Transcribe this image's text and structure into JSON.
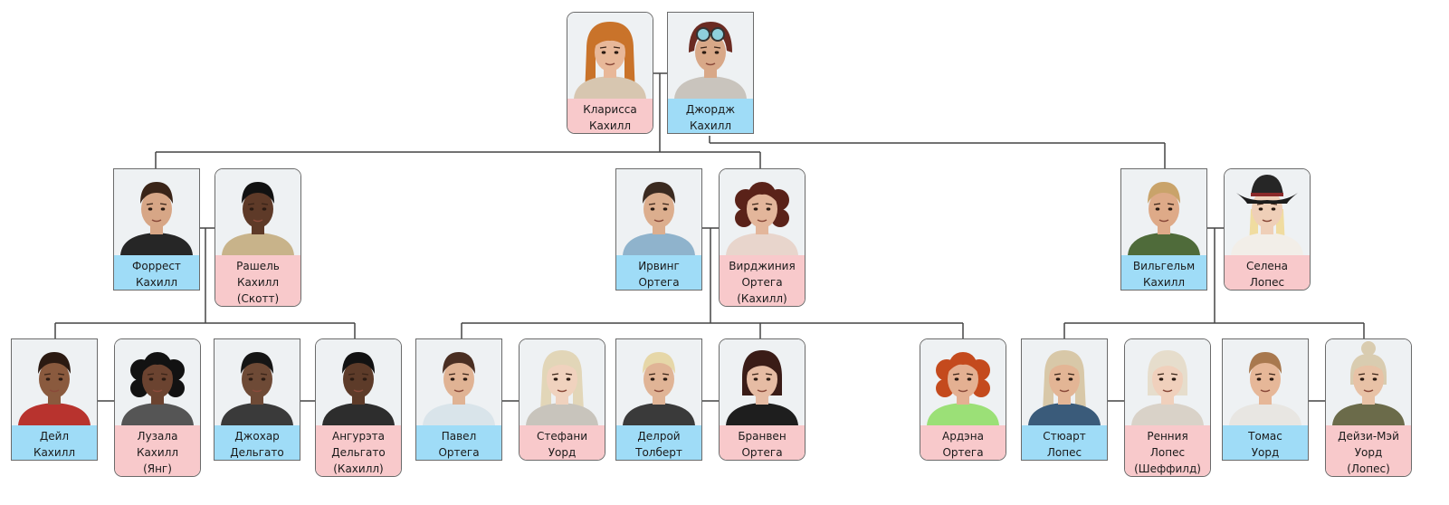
{
  "colors": {
    "male_label": "#9fdcf7",
    "female_label": "#f8c9cb",
    "line": "#444444",
    "border": "#6b6b6b"
  },
  "people": {
    "klarissa": {
      "line1": "Кларисса",
      "line2": "Кахилл",
      "line3": "",
      "sex": "female",
      "skin": "#e8b899",
      "hair": "#c9732a",
      "style": "bangs",
      "shirt": "#d7c6b0"
    },
    "george": {
      "line1": "Джордж",
      "line2": "Кахилл",
      "line3": "",
      "sex": "male",
      "skin": "#d8a888",
      "hair": "#6b2b22",
      "style": "helmet",
      "shirt": "#c9c4bd"
    },
    "forrest": {
      "line1": "Форрест",
      "line2": "Кахилл",
      "line3": "",
      "sex": "male",
      "skin": "#d7a686",
      "hair": "#3a2418",
      "style": "short",
      "shirt": "#262626"
    },
    "rashel": {
      "line1": "Рашель",
      "line2": "Кахилл",
      "line3": "(Скотт)",
      "sex": "female",
      "skin": "#5e3a28",
      "hair": "#111111",
      "style": "short",
      "shirt": "#c8b38a"
    },
    "irving": {
      "line1": "Ирвинг",
      "line2": "Ортега",
      "line3": "",
      "sex": "male",
      "skin": "#dcae8e",
      "hair": "#3b2a20",
      "style": "short",
      "shirt": "#8fb3cc"
    },
    "virginia": {
      "line1": "Вирджиния",
      "line2": "Ортега",
      "line3": "(Кахилл)",
      "sex": "female",
      "skin": "#e3b69b",
      "hair": "#5a2219",
      "style": "curly",
      "shirt": "#e8d5cc"
    },
    "wilhelm": {
      "line1": "Вильгельм",
      "line2": "Кахилл",
      "line3": "",
      "sex": "male",
      "skin": "#deaa88",
      "hair": "#c9a36a",
      "style": "short",
      "shirt": "#4f6b3a"
    },
    "selena": {
      "line1": "Селена",
      "line2": "Лопес",
      "line3": "",
      "sex": "female",
      "skin": "#efcfb8",
      "hair": "#f0dca0",
      "style": "hat",
      "shirt": "#f2eee8"
    },
    "dale": {
      "line1": "Дейл",
      "line2": "Кахилл",
      "line3": "",
      "sex": "male",
      "skin": "#8a5a3e",
      "hair": "#2b1a12",
      "style": "short",
      "shirt": "#b8332e"
    },
    "luzala": {
      "line1": "Лузала",
      "line2": "Кахилл",
      "line3": "(Янг)",
      "sex": "female",
      "skin": "#6b4330",
      "hair": "#121212",
      "style": "curly",
      "shirt": "#555555"
    },
    "johar": {
      "line1": "Джохар",
      "line2": "Дельгато",
      "line3": "",
      "sex": "male",
      "skin": "#6e4a36",
      "hair": "#151515",
      "style": "short",
      "shirt": "#3a3a3a"
    },
    "angureta": {
      "line1": "Ангурэта",
      "line2": "Дельгато",
      "line3": "(Кахилл)",
      "sex": "female",
      "skin": "#5d3b29",
      "hair": "#121212",
      "style": "short",
      "shirt": "#2d2d2d"
    },
    "pavel": {
      "line1": "Павел",
      "line2": "Ортега",
      "line3": "",
      "sex": "male",
      "skin": "#e0b394",
      "hair": "#4a2e22",
      "style": "short",
      "shirt": "#d9e4ea"
    },
    "stefani": {
      "line1": "Стефани",
      "line2": "Уорд",
      "line3": "",
      "sex": "female",
      "skin": "#f0d2be",
      "hair": "#e2d6b8",
      "style": "long",
      "shirt": "#c8c4bc"
    },
    "delroy": {
      "line1": "Делрой",
      "line2": "Толберт",
      "line3": "",
      "sex": "male",
      "skin": "#e0b496",
      "hair": "#e6d7a8",
      "style": "short",
      "shirt": "#3a3a3a"
    },
    "branven": {
      "line1": "Бранвен",
      "line2": "Ортега",
      "line3": "",
      "sex": "female",
      "skin": "#e6bca4",
      "hair": "#3a1c17",
      "style": "bob",
      "shirt": "#1e1e1e"
    },
    "ardena": {
      "line1": "Ардэна",
      "line2": "Ортега",
      "line3": "",
      "sex": "female",
      "skin": "#e4b092",
      "hair": "#c44a1d",
      "style": "curly",
      "shirt": "#9be077"
    },
    "stuart": {
      "line1": "Стюарт",
      "line2": "Лопес",
      "line3": "",
      "sex": "male",
      "skin": "#e3b595",
      "hair": "#d8c8a8",
      "style": "long",
      "shirt": "#3a5b7a"
    },
    "renniya": {
      "line1": "Ренния",
      "line2": "Лопес",
      "line3": "(Шеффилд)",
      "sex": "female",
      "skin": "#f0d0bc",
      "hair": "#e6ddcc",
      "style": "bob",
      "shirt": "#d9d2c8"
    },
    "tomas": {
      "line1": "Томас",
      "line2": "Уорд",
      "line3": "",
      "sex": "male",
      "skin": "#e6b798",
      "hair": "#a8784e",
      "style": "short",
      "shirt": "#e8e6e2"
    },
    "daisy": {
      "line1": "Дейзи-Мэй",
      "line2": "Уорд",
      "line3": "(Лопес)",
      "sex": "female",
      "skin": "#e8c2a6",
      "hair": "#d9ccb0",
      "style": "bun",
      "shirt": "#6b6b4a"
    }
  }
}
